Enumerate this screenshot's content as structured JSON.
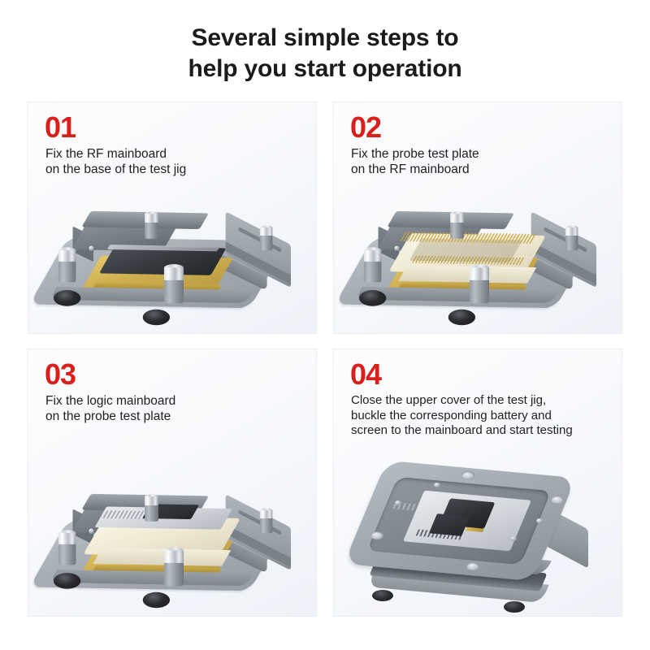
{
  "title": {
    "line1": "Several simple steps to",
    "line2": "help you start operation"
  },
  "colors": {
    "number_red": "#d9201c",
    "title_text": "#1b1b1b",
    "body_text": "#1f1f1f",
    "panel_bg": "#f7f9fc",
    "page_bg": "#ffffff"
  },
  "steps": [
    {
      "number": "01",
      "description": "Fix the RF mainboard\non the base of the test jig"
    },
    {
      "number": "02",
      "description": "Fix the probe test plate\non the RF mainboard"
    },
    {
      "number": "03",
      "description": "Fix the logic mainboard\non the probe test plate"
    },
    {
      "number": "04",
      "description": "Close the upper cover of the test jig,\nbuckle the corresponding battery and\nscreen to the mainboard and start testing"
    }
  ]
}
